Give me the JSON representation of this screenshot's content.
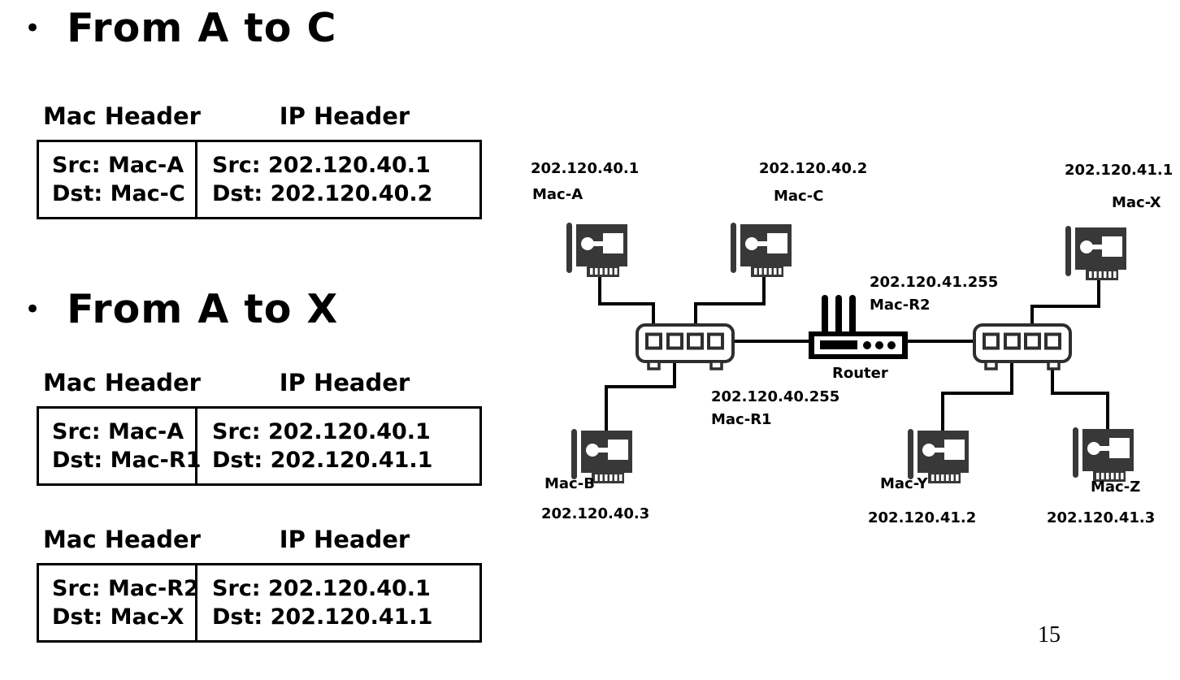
{
  "bullets": [
    {
      "label": "From A to C"
    },
    {
      "label": "From A to X"
    }
  ],
  "tables": [
    {
      "mac_header_label": "Mac Header",
      "ip_header_label": "IP Header",
      "mac_src": "Src: Mac-A",
      "mac_dst": "Dst: Mac-C",
      "ip_src": "Src: 202.120.40.1",
      "ip_dst": "Dst: 202.120.40.2"
    },
    {
      "mac_header_label": "Mac Header",
      "ip_header_label": "IP Header",
      "mac_src": "Src: Mac-A",
      "mac_dst": "Dst: Mac-R1",
      "ip_src": "Src: 202.120.40.1",
      "ip_dst": "Dst: 202.120.41.1"
    },
    {
      "mac_header_label": "Mac Header",
      "ip_header_label": "IP Header",
      "mac_src": "Src: Mac-R2",
      "mac_dst": "Dst: Mac-X",
      "ip_src": "Src: 202.120.40.1",
      "ip_dst": "Dst: 202.120.41.1"
    }
  ],
  "diagram": {
    "hosts": [
      {
        "ip": "202.120.40.1",
        "mac": "Mac-A"
      },
      {
        "ip": "202.120.40.2",
        "mac": "Mac-C"
      },
      {
        "ip": "202.120.41.1",
        "mac": "Mac-X"
      },
      {
        "ip": "202.120.40.3",
        "mac": "Mac-B"
      },
      {
        "ip": "202.120.41.2",
        "mac": "Mac-Y"
      },
      {
        "ip": "202.120.41.3",
        "mac": "Mac-Z"
      }
    ],
    "router": {
      "label": "Router",
      "r2_ip": "202.120.41.255",
      "r2_mac": "Mac-R2",
      "r1_ip": "202.120.40.255",
      "r1_mac": "Mac-R1"
    }
  },
  "page_number": "15",
  "colors": {
    "ink": "#000000",
    "device_fill": "#383838",
    "switch_outline": "#2e2e2e"
  }
}
